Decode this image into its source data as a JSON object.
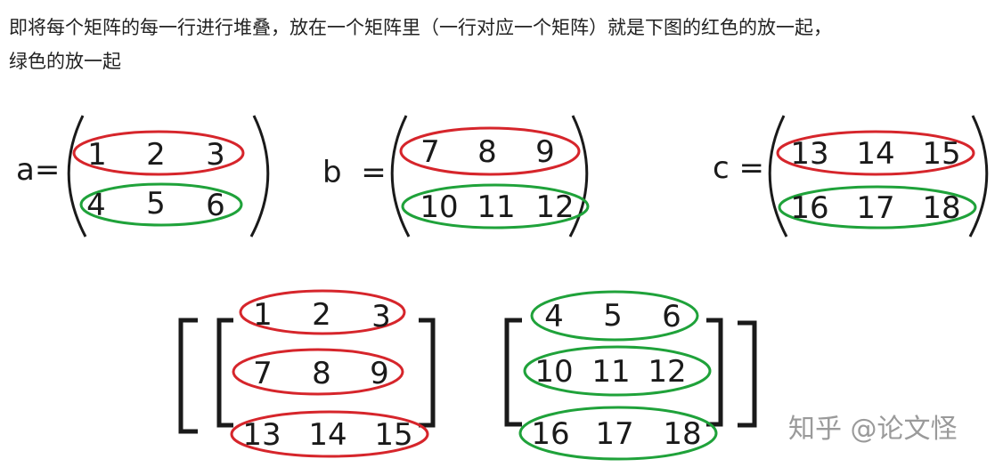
{
  "caption": {
    "line1": "即将每个矩阵的每一行进行堆叠，放在一个矩阵里（一行对应一个矩阵）就是下图的红色的放一起，",
    "line2": "绿色的放一起"
  },
  "matrices": [
    {
      "label": "a=",
      "rows": [
        [
          "1",
          "2",
          "3"
        ],
        [
          "4",
          "5",
          "6"
        ]
      ]
    },
    {
      "label": "b  =",
      "rows": [
        [
          "7",
          "8",
          "9"
        ],
        [
          "10",
          "11",
          "12"
        ]
      ]
    },
    {
      "label": "c =",
      "rows": [
        [
          "13",
          "14",
          "15"
        ],
        [
          "16",
          "17",
          "18"
        ]
      ]
    }
  ],
  "stacked": [
    {
      "rows": [
        [
          "1",
          "2",
          "3"
        ],
        [
          "7",
          "8",
          "9"
        ],
        [
          "13",
          "14",
          "15"
        ]
      ]
    },
    {
      "rows": [
        [
          "4",
          "5",
          "6"
        ],
        [
          "10",
          "11",
          "12"
        ],
        [
          "16",
          "17",
          "18"
        ]
      ]
    }
  ],
  "colors": {
    "red": "#d6252b",
    "green": "#1fa23a",
    "ink": "#1a1a1a"
  },
  "watermark": "知乎 @论文怪"
}
